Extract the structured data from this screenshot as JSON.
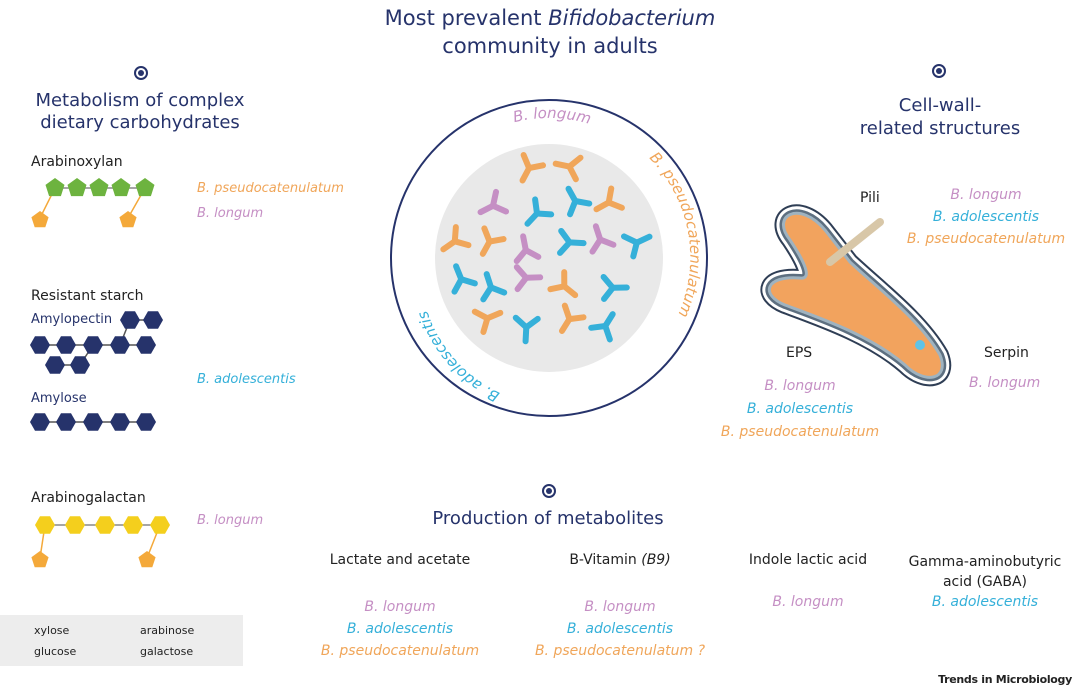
{
  "title": {
    "line1_prefix": "Most prevalent ",
    "line1_italic": "Bifidobacterium",
    "line2": "community in adults"
  },
  "colors": {
    "navy": "#26336b",
    "longum": "#c58fc4",
    "adolescentis": "#35b0d9",
    "pseudocatenulatum": "#f0a65a",
    "xylose": "#6db33f",
    "glucose": "#26336b",
    "arabinose": "#f4a93a",
    "galactose": "#f4cf1d"
  },
  "community": {
    "longum": "B. longum",
    "adolescentis": "B. adolescentis",
    "pseudocatenulatum": "B. pseudocatenulatum"
  },
  "metabolism": {
    "heading": [
      "Metabolism of complex",
      "dietary carbohydrates"
    ],
    "arabinoxylan": {
      "label": "Arabinoxylan",
      "species": [
        "B. pseudocatenulatum",
        "B. longum"
      ]
    },
    "starch": {
      "label": "Resistant starch",
      "amylopectin": "Amylopectin",
      "amylose": "Amylose",
      "species": [
        "B. adolescentis"
      ]
    },
    "arabinogalactan": {
      "label": "Arabinogalactan",
      "species": [
        "B. longum"
      ]
    }
  },
  "legend": {
    "xylose": "xylose",
    "arabinose": "arabinose",
    "glucose": "glucose",
    "galactose": "galactose"
  },
  "cellwall": {
    "heading": [
      "Cell-wall-",
      "related structures"
    ],
    "pili": {
      "label": "Pili",
      "species": [
        "B. longum",
        "B. adolescentis",
        "B. pseudocatenulatum"
      ]
    },
    "eps": {
      "label": "EPS",
      "species": [
        "B. longum",
        "B. adolescentis",
        "B. pseudocatenulatum"
      ]
    },
    "serpin": {
      "label": "Serpin",
      "species": [
        "B. longum"
      ]
    }
  },
  "metabolites": {
    "heading": "Production of metabolites",
    "items": [
      {
        "label": "Lactate and acetate",
        "species": [
          "B. longum",
          "B. adolescentis",
          "B. pseudocatenulatum"
        ]
      },
      {
        "label": "B-Vitamin ",
        "label_italic": "(B9)",
        "species": [
          "B. longum",
          "B. adolescentis",
          "B. pseudocatenulatum ?"
        ]
      },
      {
        "label": "Indole lactic acid",
        "species": [
          "B. longum"
        ]
      },
      {
        "label": "Gamma-aminobutyric",
        "label2": "acid (GABA)",
        "species": [
          "B. adolescentis"
        ]
      }
    ]
  },
  "footer": "Trends in Microbiology"
}
